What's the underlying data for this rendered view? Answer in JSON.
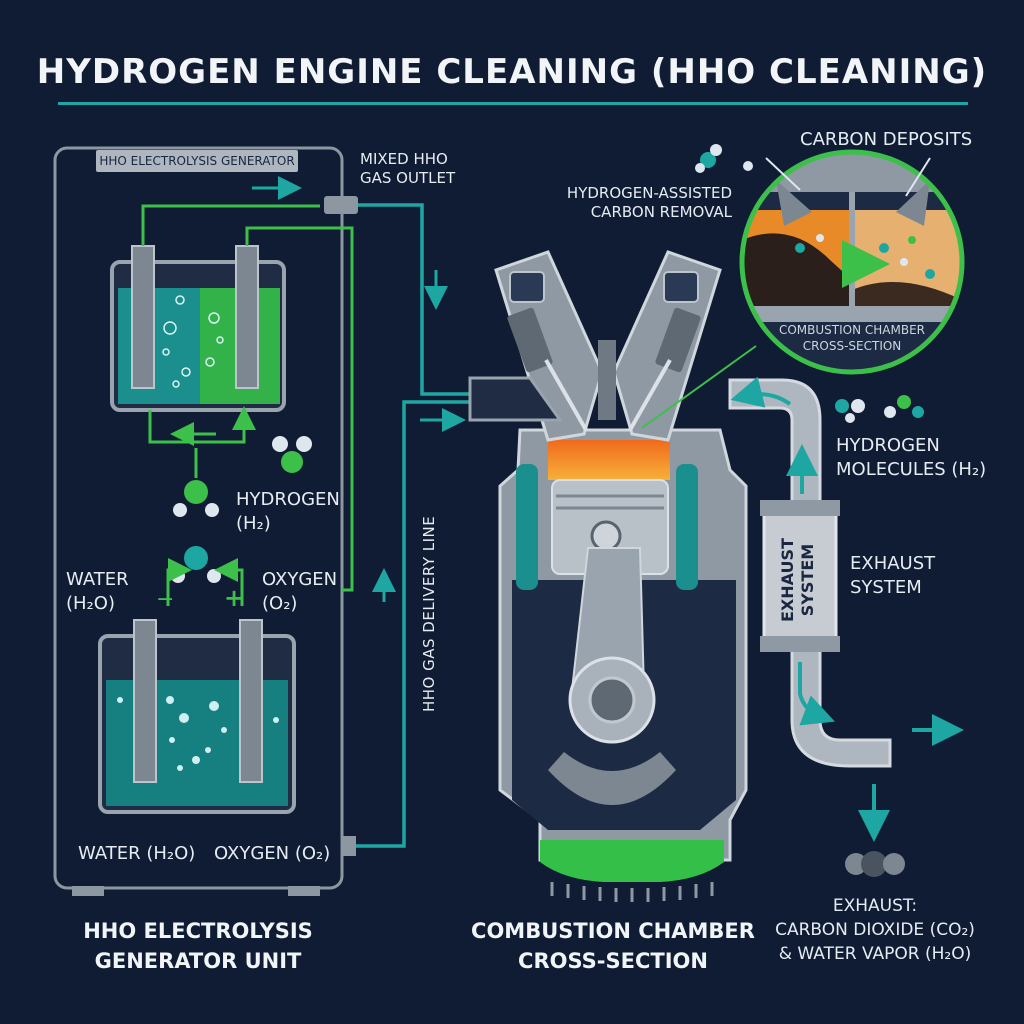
{
  "title": "HYDROGEN ENGINE CLEANING (HHO CLEANING)",
  "generator": {
    "tag": "HHO ELECTROLYSIS GENERATOR",
    "caption_line1": "HHO ELECTROLYSIS",
    "caption_line2": "GENERATOR UNIT",
    "water_left_line1": "WATER",
    "water_left_line2": "(H₂O)",
    "oxygen_right_line1": "OXYGEN",
    "oxygen_right_line2": "(O₂)",
    "hydrogen_line1": "HYDROGEN",
    "hydrogen_line2": "(H₂)",
    "water_bottom": "WATER (H₂O)",
    "oxygen_bottom": "OXYGEN (O₂)",
    "minus": "−",
    "plus": "+"
  },
  "outlet": {
    "line1": "MIXED HHO",
    "line2": "GAS OUTLET"
  },
  "delivery_line": "HHO GAS DELIVERY LINE",
  "engine": {
    "caption_line1": "COMBUSTION CHAMBER",
    "caption_line2": "CROSS-SECTION"
  },
  "inset": {
    "carbon_deposits": "CARBON DEPOSITS",
    "assisted_line1": "HYDROGEN-ASSISTED",
    "assisted_line2": "CARBON REMOVAL",
    "cross_line1": "COMBUSTION CHAMBER",
    "cross_line2": "CROSS-SECTION"
  },
  "molecules": {
    "line1": "HYDROGEN",
    "line2": "MOLECULES (H₂)"
  },
  "exhaust": {
    "box_line1": "EXHAUST",
    "box_line2": "SYSTEM",
    "label_line1": "EXHAUST",
    "label_line2": "SYSTEM",
    "out_line1": "EXHAUST:",
    "out_line2": "CARBON DIOXIDE (CO₂)",
    "out_line3": "& WATER VAPOR (H₂O)"
  },
  "colors": {
    "background": "#0f1c33",
    "teal": "#1ea7a2",
    "green": "#3cc04a",
    "metal": "#9aa4ae",
    "flame": "#f08a2c"
  }
}
